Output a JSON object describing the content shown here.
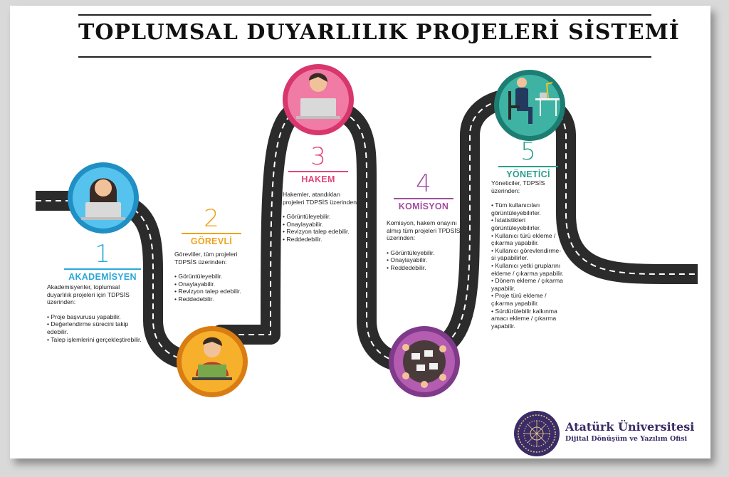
{
  "title": "TOPLUMSAL DUYARLILIK PROJELERİ SİSTEMİ",
  "colors": {
    "road": "#2b2b2b",
    "akademisyen": "#2aa7d8",
    "gorevli": "#f0a21c",
    "hakem": "#e0457b",
    "komisyon": "#a24e9e",
    "yonetici": "#2a9d8f",
    "logo": "#3a2c66"
  },
  "steps": [
    {
      "number": "1",
      "label": "AKADEMİSYEN",
      "intro": "Akademisyenler, toplumsal duyarlılık projeleri için TDPSİS üzerinden:",
      "items": [
        "• Proje başvurusu yapabilir.",
        "• Değerlendirme sürecini takip edebilir.",
        "• Talep işlemlerini gerçekleştirebilir."
      ]
    },
    {
      "number": "2",
      "label": "GÖREVLİ",
      "intro": "Görevliler, tüm projeleri TDPSİS üzerinden:",
      "items": [
        "• Görüntüleyebilir.",
        "• Onaylayabilir.",
        "• Revizyon talep edebilir.",
        "• Reddedebilir."
      ]
    },
    {
      "number": "3",
      "label": "HAKEM",
      "intro": "Hakemler, atandıkları projeleri TDPSİS üzerinden:",
      "items": [
        "• Görüntüleyebilir.",
        "• Onaylayabilir.",
        "• Revizyon talep edebilir.",
        "• Reddedebilir."
      ]
    },
    {
      "number": "4",
      "label": "KOMİSYON",
      "intro": "Komisyon, hakem onayını almış tüm projeleri TPDSİS üzerinden:",
      "items": [
        "• Görüntüleyebilir.",
        "• Onaylayabilir.",
        "• Reddedebilir."
      ]
    },
    {
      "number": "5",
      "label": "YÖNETİCİ",
      "intro": "Yöneticiler, TDPSİS üzerinden:",
      "items": [
        "• Tüm kullanıcıları görüntüleyebilirler.",
        "• İstatistikleri görüntüleyebilirler.",
        "• Kullanıcı türü ekleme / çıkarma yapabilir.",
        "• Kullanıcı görevlendirme-si yapabilirler.",
        "• Kullanıcı yetki gruplarını ekleme / çıkarma yapabilir.",
        "• Dönem ekleme / çıkarma yapabilir.",
        "• Proje türü ekleme / çıkarma yapabilir.",
        "• Sürdürülebilir kalkınma amacı ekleme / çıkarma yapabilir."
      ]
    }
  ],
  "logo": {
    "name": "Atatürk Üniversitesi",
    "subtitle": "Dijital Dönüşüm ve Yazılım Ofisi"
  }
}
